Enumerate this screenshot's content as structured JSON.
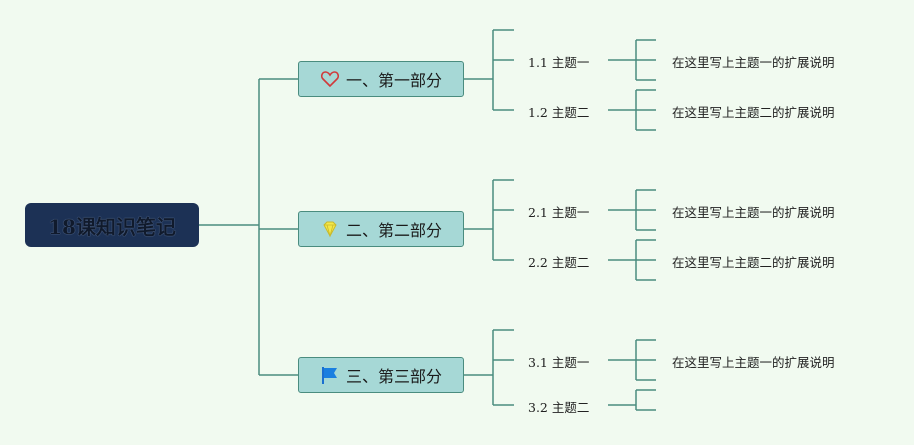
{
  "root": {
    "title": "18课知识笔记"
  },
  "topics": [
    {
      "label": "一、第一部分",
      "icon": "heart-icon"
    },
    {
      "label": "二、第二部分",
      "icon": "diamond-icon"
    },
    {
      "label": "三、第三部分",
      "icon": "flag-icon"
    }
  ],
  "subtopics": [
    {
      "num": "1.1",
      "label": "主题一",
      "note": "在这里写上主题一的扩展说明"
    },
    {
      "num": "1.2",
      "label": "主题二",
      "note": "在这里写上主题二的扩展说明"
    },
    {
      "num": "2.1",
      "label": "主题一",
      "note": "在这里写上主题一的扩展说明"
    },
    {
      "num": "2.2",
      "label": "主题二",
      "note": "在这里写上主题二的扩展说明"
    },
    {
      "num": "3.1",
      "label": "主题一",
      "note": "在这里写上主题一的扩展说明"
    },
    {
      "num": "3.2",
      "label": "主题二",
      "note": ""
    }
  ],
  "colors": {
    "line": "#4a8c7f",
    "root_bg": "#1c3155",
    "topic_bg": "#a6d8d6",
    "background": "#f1faf0"
  }
}
